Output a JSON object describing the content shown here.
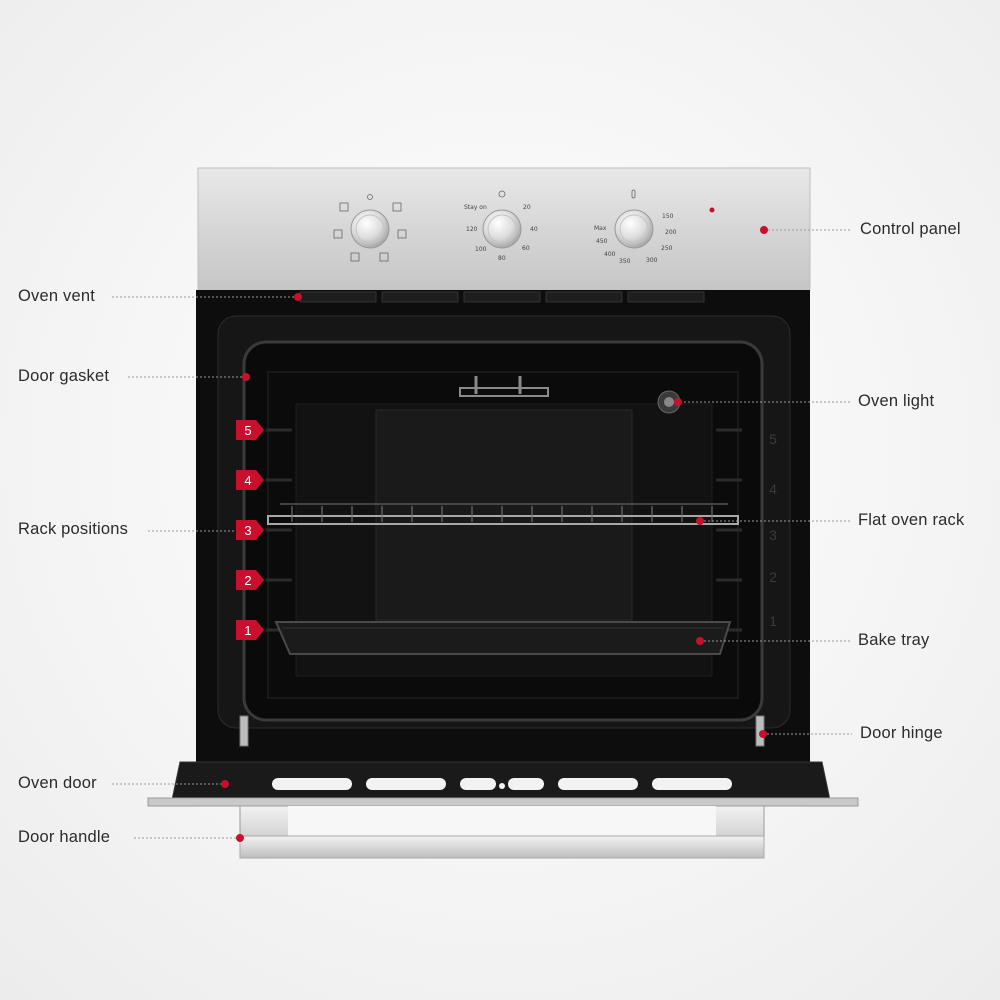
{
  "labels": {
    "control_panel": "Control panel",
    "oven_vent": "Oven vent",
    "door_gasket": "Door gasket",
    "oven_light": "Oven light",
    "rack_positions": "Rack positions",
    "flat_oven_rack": "Flat oven rack",
    "bake_tray": "Bake tray",
    "door_hinge": "Door hinge",
    "oven_door": "Oven door",
    "door_handle": "Door handle"
  },
  "rack_numbers": [
    "5",
    "4",
    "3",
    "2",
    "1"
  ],
  "timer_dial": {
    "stay_on": "Stay on",
    "marks": [
      "20",
      "40",
      "60",
      "80",
      "100",
      "120"
    ]
  },
  "temp_dial": {
    "marks": [
      "Max",
      "150",
      "200",
      "250",
      "300",
      "350",
      "400",
      "450"
    ]
  },
  "colors": {
    "accent": "#c8102e",
    "panel": "#d9d9d9",
    "cavity": "#111111",
    "leader": "#9a9a9a"
  }
}
